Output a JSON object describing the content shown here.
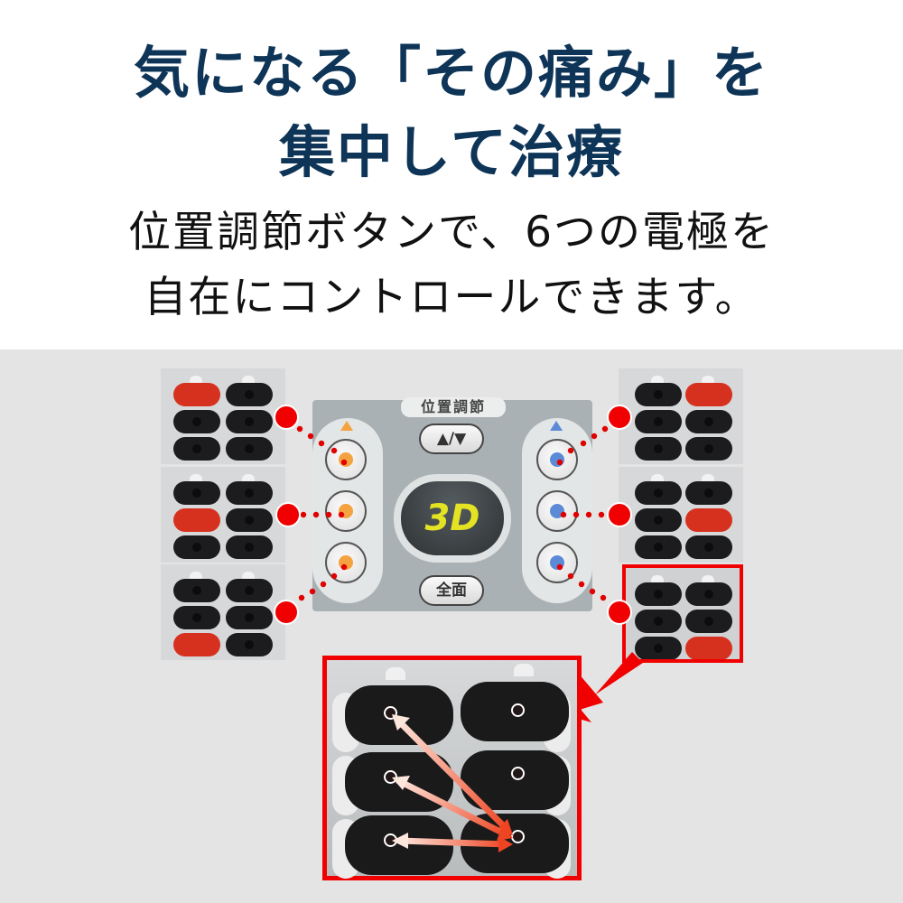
{
  "headline": {
    "line1": "気になる「その痛み」を",
    "line2": "集中して治療"
  },
  "subtitle": {
    "line1": "位置調節ボタンで、6つの電極を",
    "line2": "自在にコントロールできます。"
  },
  "remote": {
    "title": "位置調節",
    "updown_label": "▲/▼",
    "display_label": "3D",
    "all_label": "全面",
    "left_indicator_color": "#f4a340",
    "right_indicator_color": "#5b8ad6"
  },
  "colors": {
    "headline": "#0e3557",
    "highlight": "#f00000",
    "active_pad": "#d6311f",
    "stage_bg": "#e4e4e4"
  },
  "electrode_panels": {
    "left": [
      {
        "active_position": "top-left"
      },
      {
        "active_position": "middle-left"
      },
      {
        "active_position": "bottom-left"
      }
    ],
    "right": [
      {
        "active_position": "top-right"
      },
      {
        "active_position": "middle-right"
      },
      {
        "active_position": "bottom-right",
        "highlighted": true
      }
    ]
  }
}
